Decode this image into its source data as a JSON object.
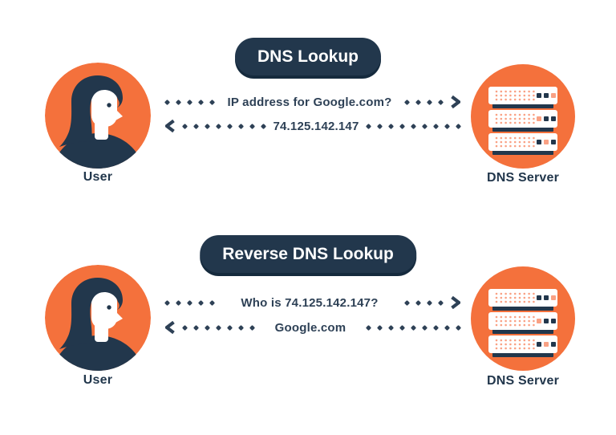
{
  "colors": {
    "orange": "#F4713C",
    "orange_light": "#F9A184",
    "navy": "#22374C",
    "navy_shadow": "#152A3D",
    "arrow_text": "#2E4156",
    "white": "#FFFFFF",
    "background": "#FFFFFF"
  },
  "icons": {
    "user": "woman-avatar-icon",
    "server": "server-rack-icon",
    "request_arrow": "chevron-right-icon",
    "response_arrow": "chevron-left-icon",
    "dot": "diamond-dot"
  },
  "sections": [
    {
      "title": "DNS Lookup",
      "user_label": "User",
      "server_label": "DNS Server",
      "request": "IP address for Google.com?",
      "response": "74.125.142.147"
    },
    {
      "title": "Reverse DNS Lookup",
      "user_label": "User",
      "server_label": "DNS Server",
      "request": "Who is 74.125.142.147?",
      "response": "Google.com"
    }
  ]
}
